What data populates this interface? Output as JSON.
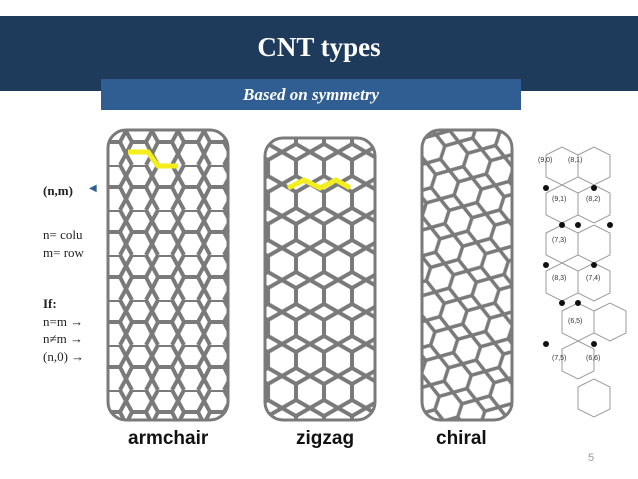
{
  "slide": {
    "title": "CNT types",
    "subtitle": "Based on symmetry",
    "page_number": "5"
  },
  "left_text": {
    "notation": "(n,m)",
    "n_def": "n= colu",
    "m_def": "m= row",
    "if_label": "If:",
    "case1": "n=m →",
    "case2": "n≠m →",
    "case3": "(n,0) →"
  },
  "tubes": {
    "armchair": "armchair",
    "zigzag": "zigzag",
    "chiral": "chiral",
    "highlight_color": "#f3ee1c",
    "tube_color": "#7a7a7a"
  },
  "diagram_labels": [
    "(9,0)",
    "(8,1)",
    "(9,1)",
    "(8,2)",
    "(7,3)",
    "(8,3)",
    "(7,4)",
    "(6,5)",
    "(7,5)",
    "(6,6)"
  ]
}
